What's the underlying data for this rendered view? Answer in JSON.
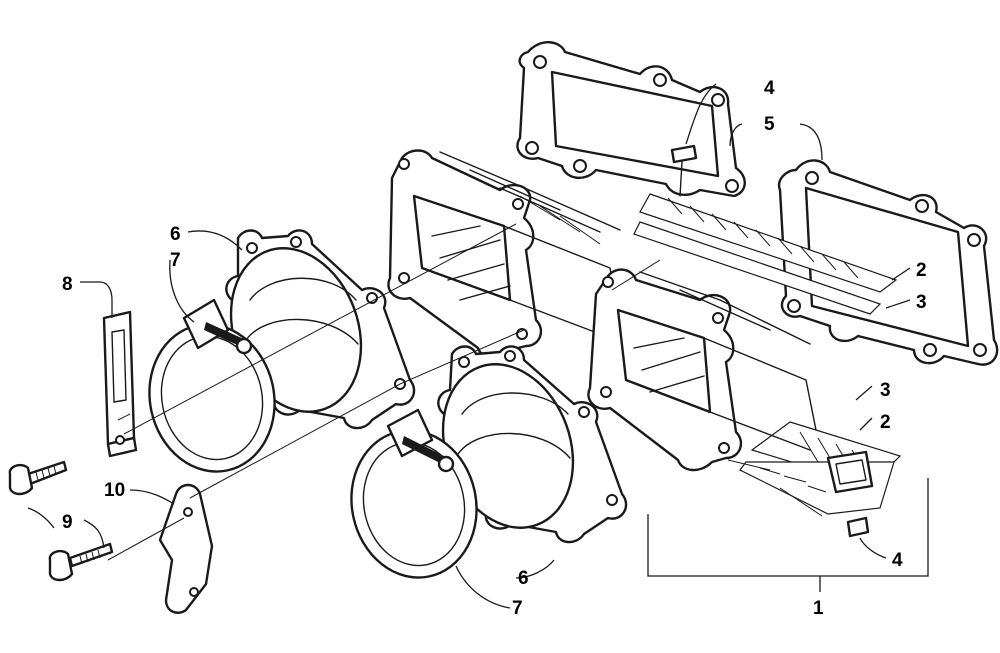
{
  "callouts": {
    "c1": "1",
    "c2a": "2",
    "c2b": "2",
    "c3a": "3",
    "c3b": "3",
    "c4a": "4",
    "c4b": "4",
    "c5": "5",
    "c6a": "6",
    "c6b": "6",
    "c7a": "7",
    "c7b": "7",
    "c8": "8",
    "c9": "9",
    "c10": "10"
  }
}
